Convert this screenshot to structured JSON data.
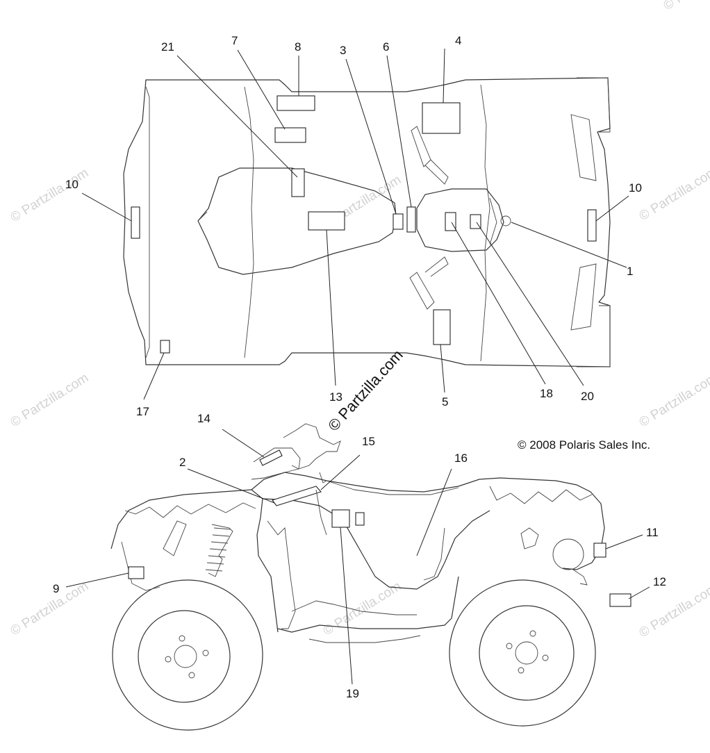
{
  "copyright": "© 2008 Polaris Sales Inc.",
  "watermarks": {
    "center": "© Partzilla.com",
    "faint": "© Partzilla.com"
  },
  "callouts": [
    {
      "id": "c21",
      "label": "21"
    },
    {
      "id": "c7",
      "label": "7"
    },
    {
      "id": "c8",
      "label": "8"
    },
    {
      "id": "c3",
      "label": "3"
    },
    {
      "id": "c6",
      "label": "6"
    },
    {
      "id": "c4",
      "label": "4"
    },
    {
      "id": "c10a",
      "label": "10"
    },
    {
      "id": "c10b",
      "label": "10"
    },
    {
      "id": "c1",
      "label": "1"
    },
    {
      "id": "c17",
      "label": "17"
    },
    {
      "id": "c13",
      "label": "13"
    },
    {
      "id": "c5",
      "label": "5"
    },
    {
      "id": "c18",
      "label": "18"
    },
    {
      "id": "c20",
      "label": "20"
    },
    {
      "id": "c14",
      "label": "14"
    },
    {
      "id": "c15",
      "label": "15"
    },
    {
      "id": "c2",
      "label": "2"
    },
    {
      "id": "c16",
      "label": "16"
    },
    {
      "id": "c11",
      "label": "11"
    },
    {
      "id": "c12",
      "label": "12"
    },
    {
      "id": "c9",
      "label": "9"
    },
    {
      "id": "c19",
      "label": "19"
    }
  ]
}
